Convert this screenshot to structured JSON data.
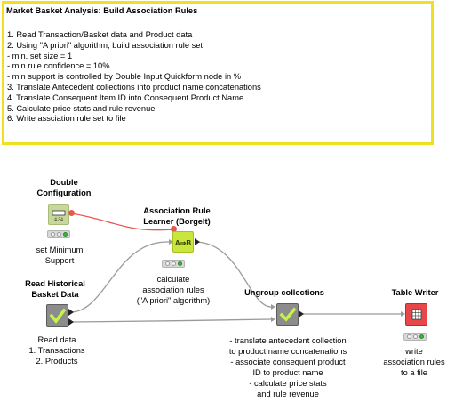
{
  "annotation": {
    "title": "Market Basket Analysis: Build Association Rules",
    "lines": [
      "1. Read Transaction/Basket data and Product data",
      "2. Using \"A priori\" algorithm, build association rule set",
      "- min. set size = 1",
      "- min rule confidence = 10%",
      "- min support is controlled by Double Input Quickform node in %",
      "3. Translate Antecedent collections into product name concatenations",
      "4. Translate Consequent Item ID into Consequent Product Name",
      "5. Calculate price stats and rule revenue",
      "6. Write assciation rule set to file"
    ]
  },
  "nodes": {
    "double_config": {
      "title_lines": [
        "Double",
        "Configuration"
      ],
      "icon_text": "4.34",
      "desc_lines": [
        "set Minimum",
        "Support"
      ]
    },
    "rule_learner": {
      "title_lines": [
        "Association Rule",
        "Learner (Borgelt)"
      ],
      "icon_text": "A⇒B",
      "desc_lines": [
        "calculate",
        "association rules",
        "(\"A priori\" algorithm)"
      ]
    },
    "reader": {
      "title_lines": [
        "Read Historical",
        "Basket Data"
      ],
      "desc_lines": [
        "Read data",
        "1. Transactions",
        "2. Products"
      ]
    },
    "ungroup": {
      "title_lines": [
        "Ungroup collections"
      ],
      "desc_lines": [
        "- translate antecedent collection",
        "to product name concatenations",
        "- associate consequent product",
        "ID to product name",
        "- calculate price stats",
        "and rule revenue"
      ]
    },
    "table_writer": {
      "title_lines": [
        "Table Writer"
      ],
      "desc_lines": [
        "write",
        "association rules",
        "to a file"
      ]
    }
  },
  "colors": {
    "annotation_border": "#f1e01e",
    "quickform_node": "#c8d89a",
    "learner_node": "#c8e63c",
    "metanode": "#8c8c8c",
    "writer_node": "#e8474a",
    "flow_variable": "#e4584f",
    "status_green": "#3fb43f"
  }
}
